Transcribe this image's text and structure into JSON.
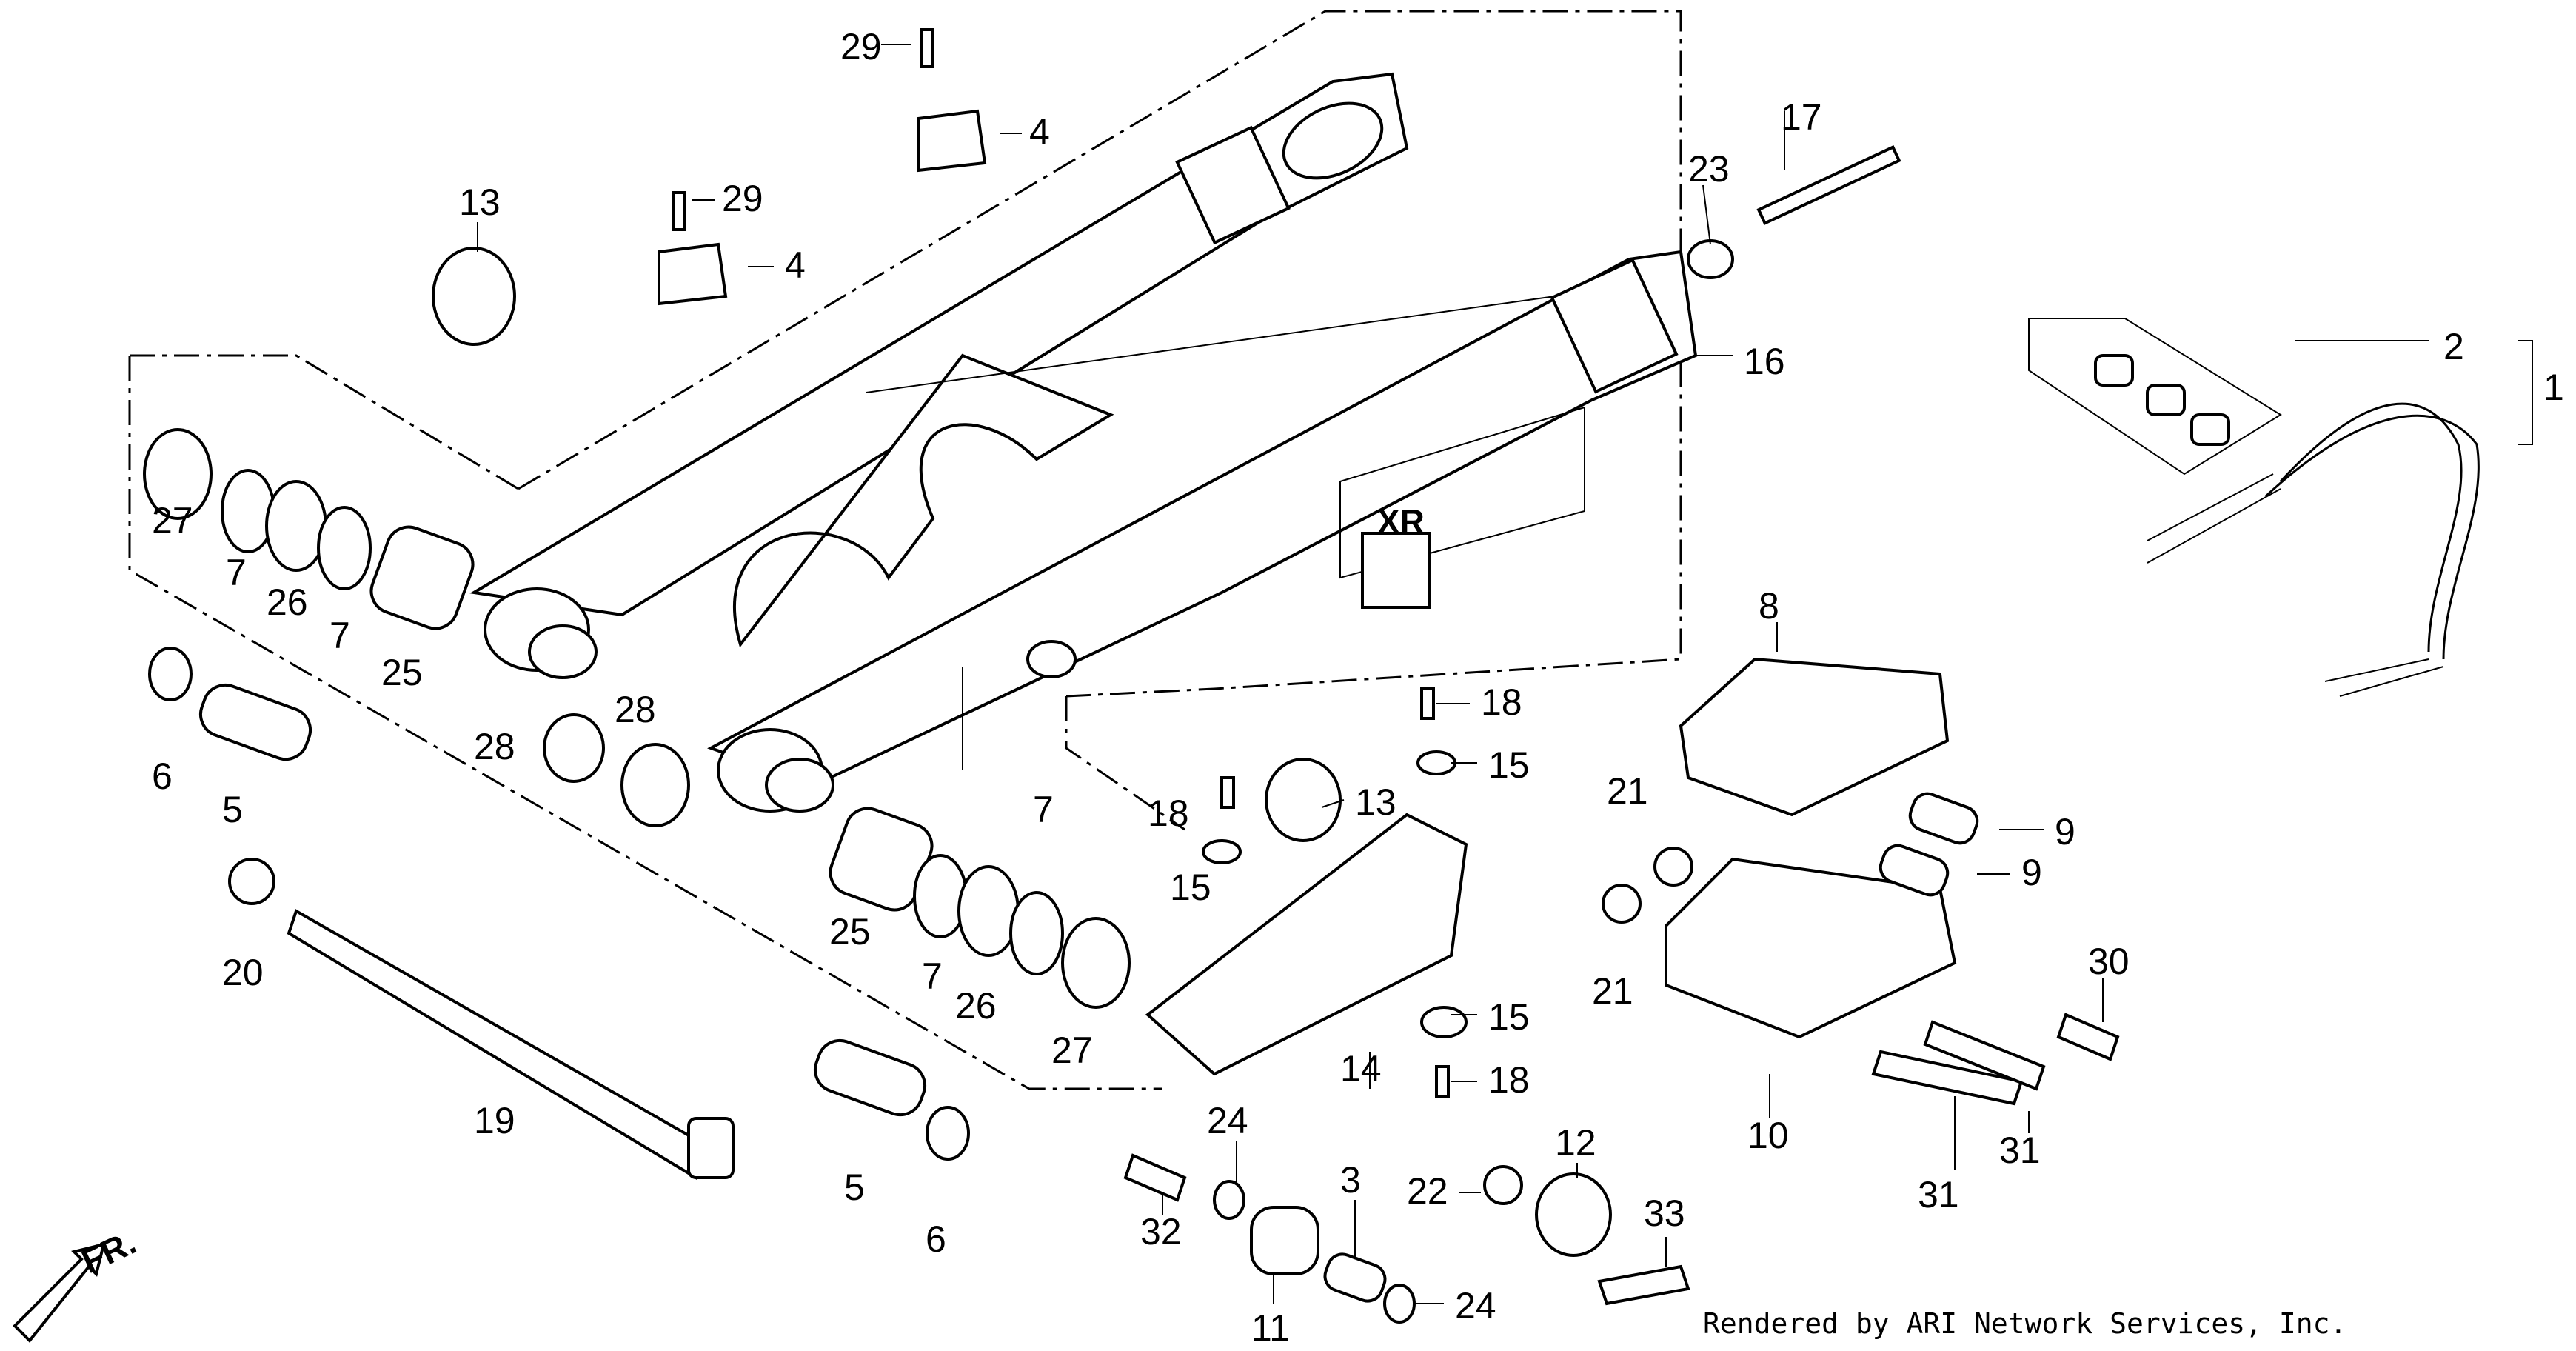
{
  "diagram": {
    "callouts": [
      "1",
      "2",
      "3",
      "4",
      "4",
      "5",
      "5",
      "6",
      "6",
      "7",
      "7",
      "7",
      "7",
      "8",
      "9",
      "9",
      "10",
      "11",
      "12",
      "13",
      "13",
      "14",
      "15",
      "15",
      "15",
      "16",
      "17",
      "18",
      "18",
      "18",
      "19",
      "20",
      "21",
      "21",
      "22",
      "23",
      "24",
      "24",
      "25",
      "25",
      "26",
      "26",
      "27",
      "27",
      "28",
      "28",
      "29",
      "29",
      "30",
      "31",
      "31",
      "32",
      "33"
    ],
    "direction_label": "FR.",
    "logo_text": "XR",
    "credit": "Rendered by ARI Network Services, Inc."
  }
}
